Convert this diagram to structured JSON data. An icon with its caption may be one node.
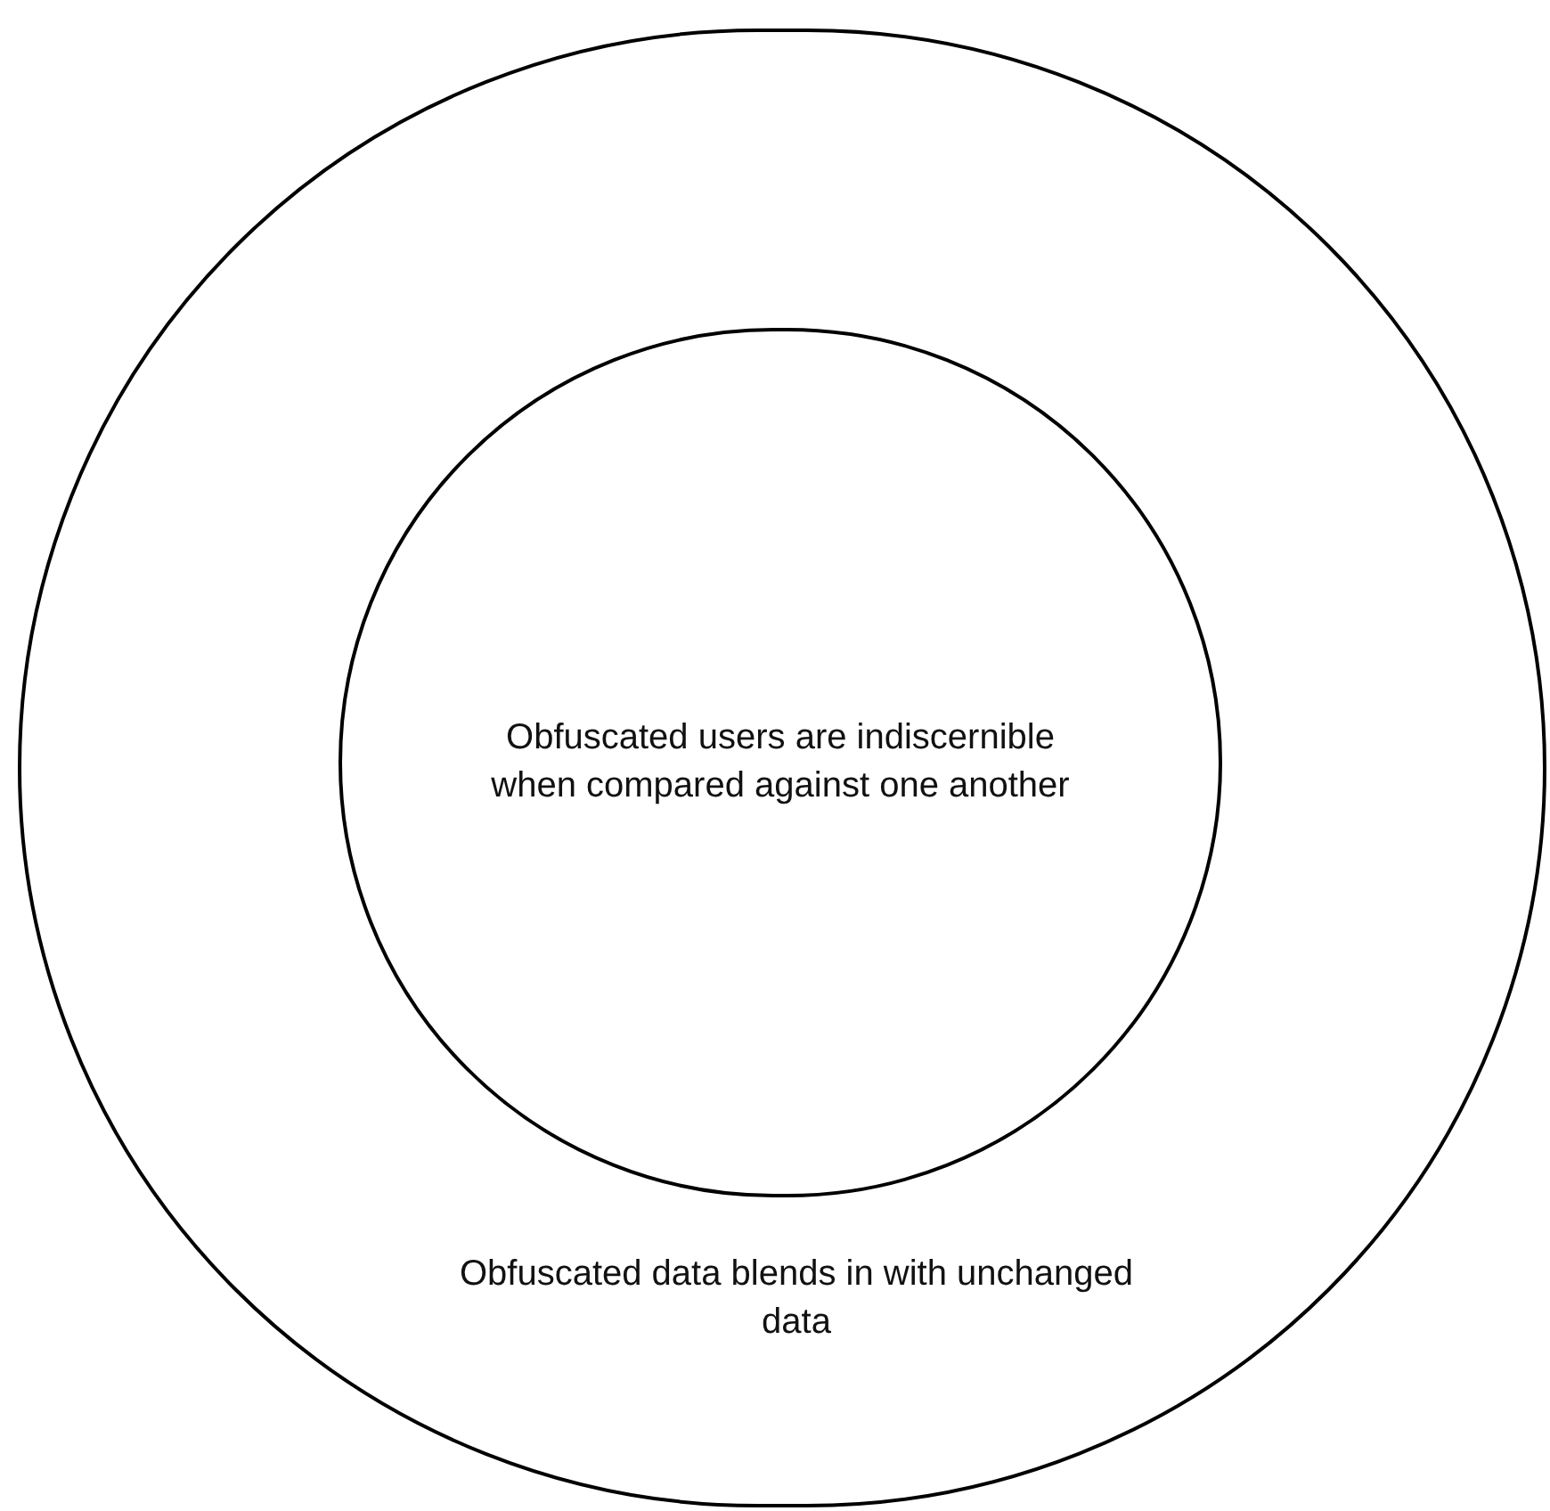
{
  "diagram": {
    "nodes": [
      {
        "text": [
          "Obfuscated data blends in with unchanged data"
        ]
      },
      {
        "text": [
          "Obfuscated users are indiscernible when compared against one another"
        ],
        "in": 0
      }
    ]
  }
}
